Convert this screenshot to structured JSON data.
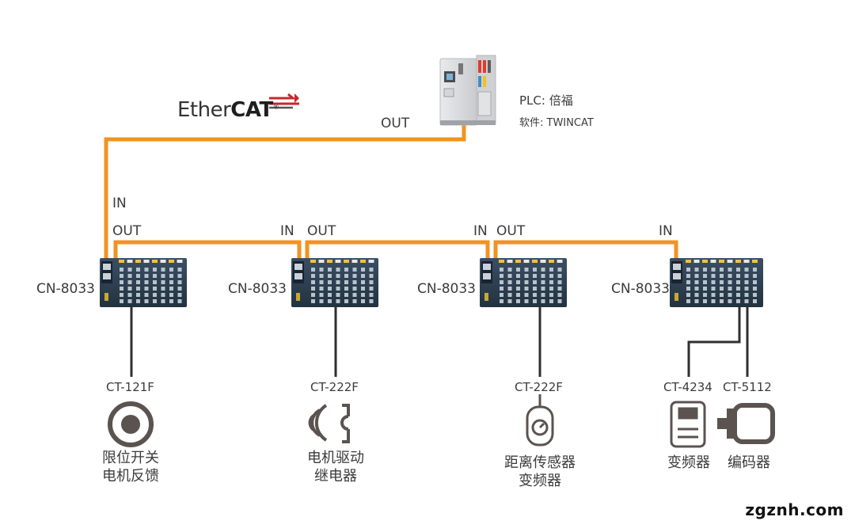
{
  "brand": {
    "ethercat_light": "Ether",
    "ethercat_bold": "CAT",
    "ethercat_reg": "®"
  },
  "plc": {
    "title": "PLC: 倍福",
    "software": "软件: TWINCAT",
    "out_label": "OUT"
  },
  "colors": {
    "cable": "#f29222",
    "module": "#2a3d52",
    "module_dark": "#1c2b3b",
    "wire": "#2f2f2f"
  },
  "modules": [
    {
      "name": "CN-8033",
      "in": "IN",
      "out": "OUT"
    },
    {
      "name": "CN-8033",
      "in": "IN",
      "out": "OUT"
    },
    {
      "name": "CN-8033",
      "in": "IN",
      "out": "OUT"
    },
    {
      "name": "CN-8033",
      "in": "IN"
    }
  ],
  "devices": [
    {
      "model": "CT-121F",
      "caption_line1": "限位开关",
      "caption_line2": "电机反馈",
      "icon": "limit-switch-icon"
    },
    {
      "model": "CT-222F",
      "caption_line1": "电机驱动",
      "caption_line2": "继电器",
      "icon": "relay-icon"
    },
    {
      "model": "CT-222F",
      "caption_line1": "距离传感器",
      "caption_line2": "变频器",
      "icon": "distance-sensor-icon"
    },
    {
      "model": "CT-4234",
      "caption_line1": "变频器",
      "icon": "inverter-icon"
    },
    {
      "model": "CT-5112",
      "caption_line1": "编码器",
      "icon": "encoder-icon"
    }
  ],
  "watermark": "zgznh.com"
}
